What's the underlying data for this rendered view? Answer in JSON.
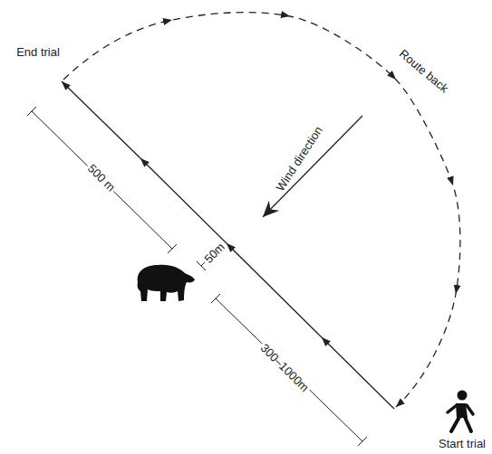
{
  "diagram": {
    "labels": [
      "End trial",
      "Route back",
      "Wind direction",
      "500 m",
      "50m",
      "300–1000m",
      "Start trial"
    ]
  }
}
